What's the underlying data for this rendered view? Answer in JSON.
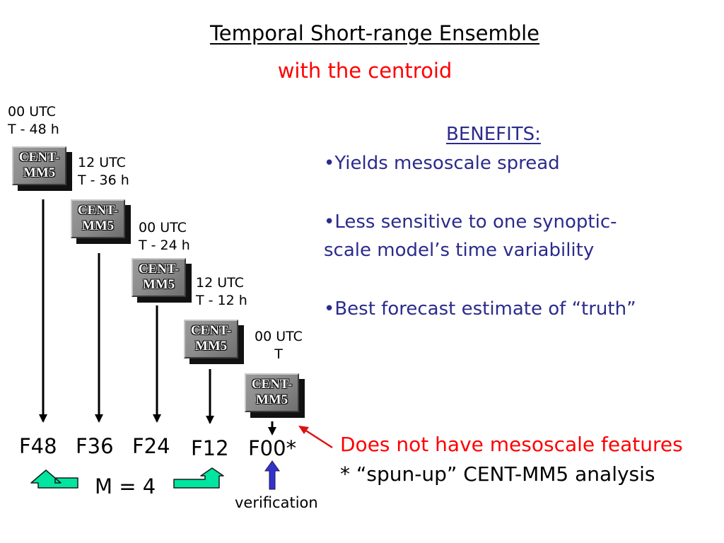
{
  "title": "Temporal Short-range Ensemble",
  "subtitle": "with the centroid",
  "colors": {
    "subtitle": "#ff0000",
    "benefits": "#2b2b8c",
    "note_red": "#ff0000",
    "red_arrow": "#dd1111",
    "green_arrow": "#00e5a0",
    "blue_arrow": "#3333cc"
  },
  "box_label_line1": "CENT-",
  "box_label_line2": "MM5",
  "runs": [
    {
      "line1": "00 UTC",
      "line2": "T - 48 h"
    },
    {
      "line1": "12 UTC",
      "line2": "T - 36 h"
    },
    {
      "line1": "00 UTC",
      "line2": "T - 24 h"
    },
    {
      "line1": "12 UTC",
      "line2": "T - 12 h"
    },
    {
      "line1": "00 UTC",
      "line2": "T"
    }
  ],
  "forecasts": [
    "F48",
    "F36",
    "F24",
    "F12",
    "F00*"
  ],
  "benefits": {
    "heading": "BENEFITS:",
    "items": [
      "•Yields mesoscale spread",
      "•Less sensitive to one synoptic-scale model’s time variability",
      "•Best forecast estimate of “truth”"
    ]
  },
  "note_red": "Does not have mesoscale features",
  "note_black": "* “spun-up” CENT-MM5 analysis",
  "m_label": "M = 4",
  "verification_label": "verification"
}
